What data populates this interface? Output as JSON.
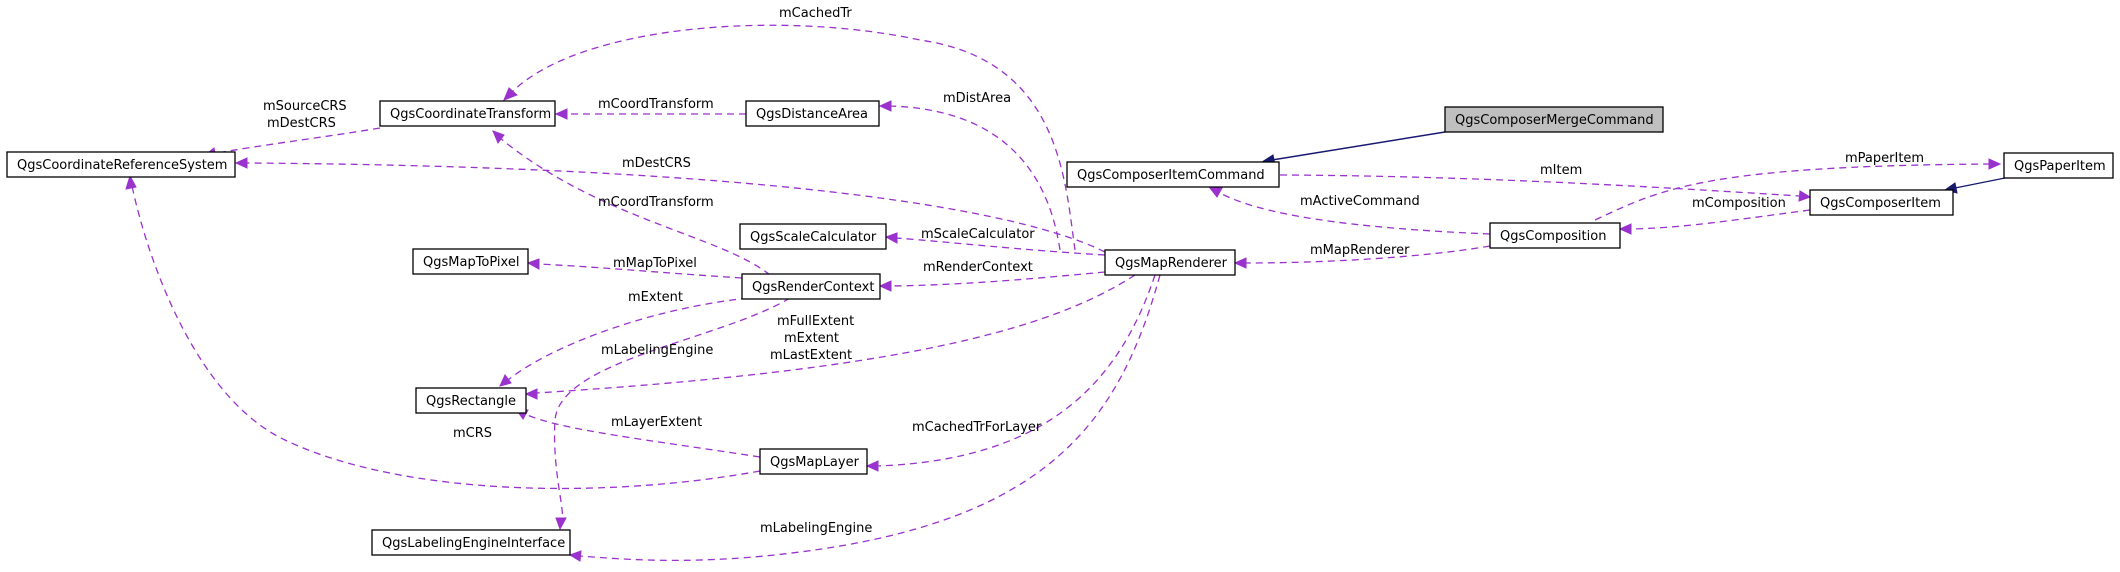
{
  "nodes": {
    "crs": "QgsCoordinateReferenceSystem",
    "coord_transform": "QgsCoordinateTransform",
    "distance_area": "QgsDistanceArea",
    "merge_command": "QgsComposerMergeCommand",
    "item_command": "QgsComposerItemCommand",
    "paper_item": "QgsPaperItem",
    "composer_item": "QgsComposerItem",
    "composition": "QgsComposition",
    "scale_calculator": "QgsScaleCalculator",
    "map_renderer": "QgsMapRenderer",
    "map_to_pixel": "QgsMapToPixel",
    "render_context": "QgsRenderContext",
    "rectangle": "QgsRectangle",
    "map_layer": "QgsMapLayer",
    "labeling_engine": "QgsLabelingEngineInterface"
  },
  "edges": {
    "m_cached_tr": "mCachedTr",
    "m_source_crs": "mSourceCRS",
    "m_dest_crs_ct": "mDestCRS",
    "m_coord_transform_da": "mCoordTransform",
    "m_dist_area": "mDistArea",
    "m_dest_crs": "mDestCRS",
    "m_item": "mItem",
    "m_paper_item": "mPaperItem",
    "m_active_command": "mActiveCommand",
    "m_composition": "mComposition",
    "m_coord_transform_rc": "mCoordTransform",
    "m_scale_calculator": "mScaleCalculator",
    "m_map_renderer": "mMapRenderer",
    "m_map_to_pixel": "mMapToPixel",
    "m_render_context": "mRenderContext",
    "m_extent": "mExtent",
    "m_full_extent": "mFullExtent",
    "m_extent_mr": "mExtent",
    "m_last_extent": "mLastExtent",
    "m_labeling_engine_rc": "mLabelingEngine",
    "m_layer_extent": "mLayerExtent",
    "m_crs": "mCRS",
    "m_cached_tr_for_layer": "mCachedTrForLayer",
    "m_labeling_engine_mr": "mLabelingEngine"
  },
  "colors": {
    "usage_edge": "#9a32cd",
    "inheritance_edge": "#191970",
    "highlight_node": "#bfbfbf"
  }
}
